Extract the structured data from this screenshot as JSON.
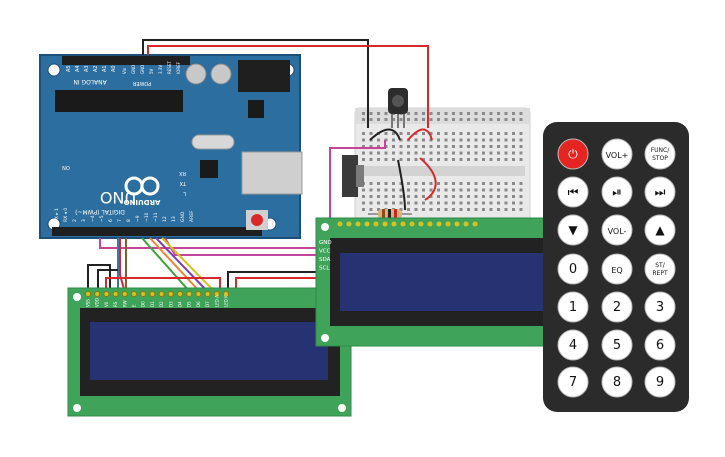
{
  "arduino": {
    "board_name": "UNO",
    "brand": "ARDUINO",
    "analog_header": "ANALOG IN",
    "power_header": "POWER",
    "digital_header": "DIGITAL (PWM~)",
    "analog_pins": [
      "A5",
      "A4",
      "A3",
      "A2",
      "A1",
      "A0"
    ],
    "power_pins": [
      "Vin",
      "GND",
      "GND",
      "5V",
      "3.3V",
      "RESET",
      "IOREF"
    ],
    "status_labels": [
      "RX",
      "TX",
      "L"
    ],
    "on_label": "ON",
    "digital_pins": [
      "TX ▸ 1",
      "RX ◂ 0",
      "2",
      "3",
      "~4",
      "~5",
      "6",
      "7",
      "8",
      "~9",
      "~10",
      "~11",
      "12",
      "13",
      "GND",
      "AREF"
    ],
    "tx_rx_labels": [
      "TX→1",
      "RX←0"
    ]
  },
  "lcd_i2c": {
    "pins": [
      "GND",
      "VCC",
      "SDA",
      "SCL"
    ]
  },
  "lcd_parallel": {
    "pins": [
      "VSS",
      "VDD",
      "V0",
      "RS",
      "RW",
      "E",
      "D0",
      "D1",
      "D2",
      "D3",
      "D4",
      "D5",
      "D6",
      "D7",
      "LED A",
      "LED K"
    ]
  },
  "remote": {
    "buttons": [
      {
        "label": "⏻",
        "kind": "power"
      },
      {
        "label": "VOL+",
        "kind": "text"
      },
      {
        "label": "FUNC/ STOP",
        "kind": "text"
      },
      {
        "label": "⏮",
        "kind": "icon"
      },
      {
        "label": "⏯",
        "kind": "icon"
      },
      {
        "label": "⏭",
        "kind": "icon"
      },
      {
        "label": "▼",
        "kind": "icon"
      },
      {
        "label": "VOL-",
        "kind": "text"
      },
      {
        "label": "▲",
        "kind": "icon"
      },
      {
        "label": "0",
        "kind": "num"
      },
      {
        "label": "EQ",
        "kind": "text"
      },
      {
        "label": "ST/ REPT",
        "kind": "text"
      },
      {
        "label": "1",
        "kind": "num"
      },
      {
        "label": "2",
        "kind": "num"
      },
      {
        "label": "3",
        "kind": "num"
      },
      {
        "label": "4",
        "kind": "num"
      },
      {
        "label": "5",
        "kind": "num"
      },
      {
        "label": "6",
        "kind": "num"
      },
      {
        "label": "7",
        "kind": "num"
      },
      {
        "label": "8",
        "kind": "num"
      },
      {
        "label": "9",
        "kind": "num"
      }
    ]
  },
  "colors": {
    "board": "#2c6e9f",
    "board_edge": "#1d4f78",
    "pcb_green": "#3fa35a",
    "lcd_screen": "#273272",
    "remote_body": "#2b2b2b",
    "power_button": "#e52521",
    "wire_red": "#d8282a",
    "wire_black": "#222222",
    "wire_magenta": "#c4449c",
    "wire_blue": "#2e7cc0",
    "wire_green": "#3aa33a",
    "wire_orange": "#e8882a",
    "wire_purple": "#7a3fb0",
    "wire_yellow": "#d8c21f",
    "wire_brown": "#8a5a2b"
  }
}
